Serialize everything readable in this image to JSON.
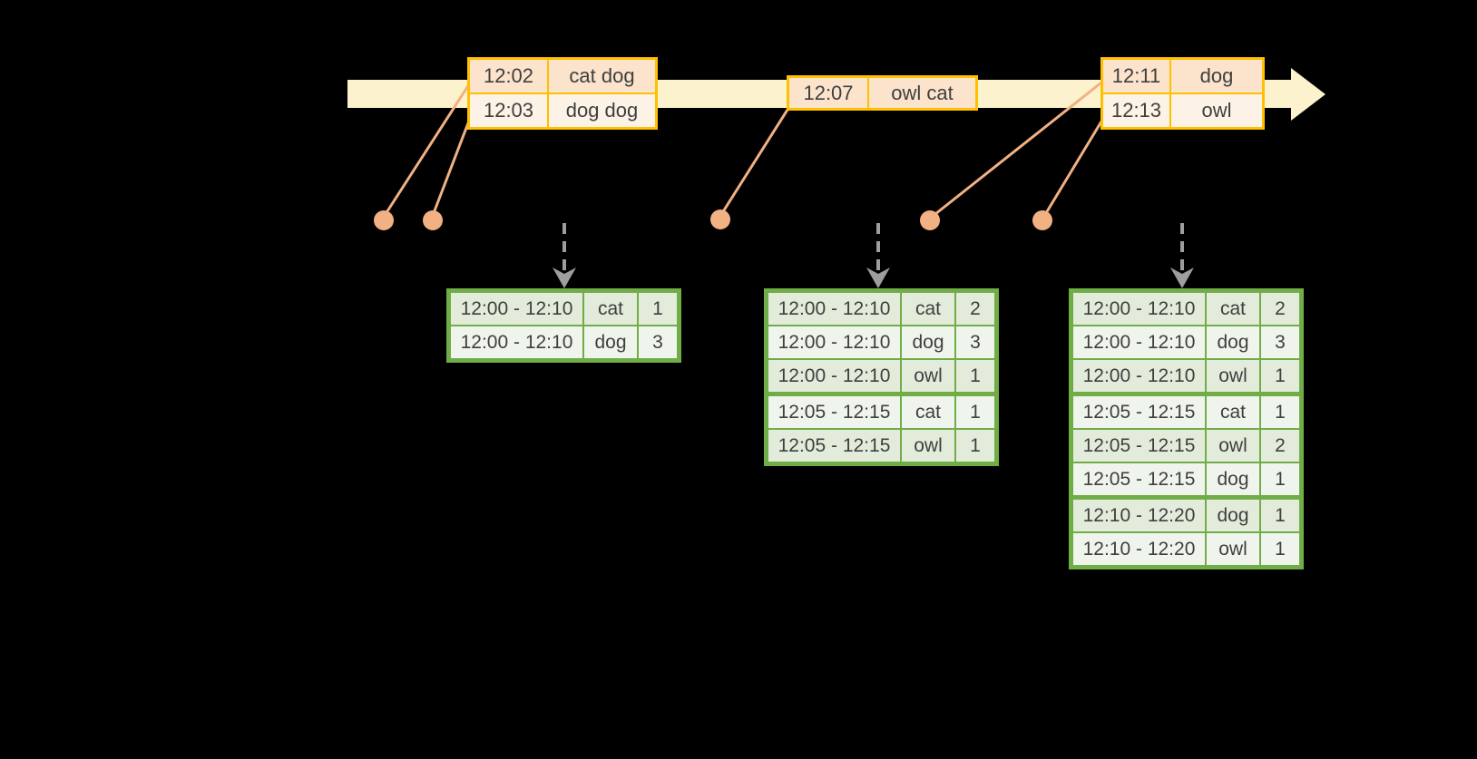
{
  "colors": {
    "background": "#000000",
    "timeline_fill": "#fcf2cd",
    "event_border": "#ffc000",
    "event_row_dark": "#fbe3cc",
    "event_row_light": "#fdf2e6",
    "marker": "#f2b183",
    "trigger_arrow": "#9e9e9e",
    "result_border": "#70ad47",
    "result_row_dark": "#e3ecdb",
    "result_row_light": "#eff5ec",
    "text": "#3f3f3f"
  },
  "event_tables": [
    {
      "name": "event-table-1",
      "rows": [
        {
          "time": "12:02",
          "words": "cat dog"
        },
        {
          "time": "12:03",
          "words": "dog dog"
        }
      ]
    },
    {
      "name": "event-table-2",
      "rows": [
        {
          "time": "12:07",
          "words": "owl cat"
        }
      ]
    },
    {
      "name": "event-table-3",
      "rows": [
        {
          "time": "12:11",
          "words": "dog"
        },
        {
          "time": "12:13",
          "words": "owl"
        }
      ]
    }
  ],
  "result_tables": [
    {
      "name": "result-table-1",
      "group_sizes": [
        2
      ],
      "rows": [
        {
          "window": "12:00 - 12:10",
          "word": "cat",
          "count": "1"
        },
        {
          "window": "12:00 - 12:10",
          "word": "dog",
          "count": "3"
        }
      ]
    },
    {
      "name": "result-table-2",
      "group_sizes": [
        3,
        2
      ],
      "rows": [
        {
          "window": "12:00 - 12:10",
          "word": "cat",
          "count": "2"
        },
        {
          "window": "12:00 - 12:10",
          "word": "dog",
          "count": "3"
        },
        {
          "window": "12:00 - 12:10",
          "word": "owl",
          "count": "1"
        },
        {
          "window": "12:05 - 12:15",
          "word": "cat",
          "count": "1"
        },
        {
          "window": "12:05 - 12:15",
          "word": "owl",
          "count": "1"
        }
      ]
    },
    {
      "name": "result-table-3",
      "group_sizes": [
        3,
        3,
        2
      ],
      "rows": [
        {
          "window": "12:00 - 12:10",
          "word": "cat",
          "count": "2"
        },
        {
          "window": "12:00 - 12:10",
          "word": "dog",
          "count": "3"
        },
        {
          "window": "12:00 - 12:10",
          "word": "owl",
          "count": "1"
        },
        {
          "window": "12:05 - 12:15",
          "word": "cat",
          "count": "1"
        },
        {
          "window": "12:05 - 12:15",
          "word": "owl",
          "count": "2"
        },
        {
          "window": "12:05 - 12:15",
          "word": "dog",
          "count": "1"
        },
        {
          "window": "12:10 - 12:20",
          "word": "dog",
          "count": "1"
        },
        {
          "window": "12:10 - 12:20",
          "word": "owl",
          "count": "1"
        }
      ]
    }
  ]
}
